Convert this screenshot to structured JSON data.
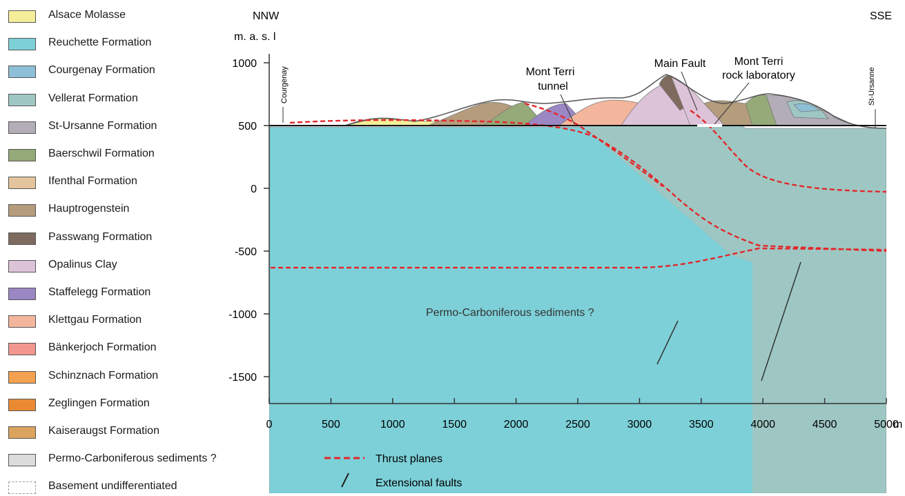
{
  "legend": [
    {
      "label": "Alsace Molasse",
      "color": "#f4ee9a"
    },
    {
      "label": "Reuchette Formation",
      "color": "#7dd0d8"
    },
    {
      "label": "Courgenay Formation",
      "color": "#8dbfd6"
    },
    {
      "label": "Vellerat Formation",
      "color": "#9ec7c3"
    },
    {
      "label": "St-Ursanne Formation",
      "color": "#b2adb6"
    },
    {
      "label": "Baerschwil Formation",
      "color": "#95aa78"
    },
    {
      "label": "Ifenthal Formation",
      "color": "#e3c49c"
    },
    {
      "label": "Hauptrogenstein",
      "color": "#b59c7c"
    },
    {
      "label": "Passwang Formation",
      "color": "#7e6a5e"
    },
    {
      "label": "Opalinus Clay",
      "color": "#dcc3d8"
    },
    {
      "label": "Staffelegg Formation",
      "color": "#9a87c4"
    },
    {
      "label": "Klettgau Formation",
      "color": "#f3b69d"
    },
    {
      "label": "Bänkerjoch Formation",
      "color": "#f2978f"
    },
    {
      "label": "Schinznach Formation",
      "color": "#f4a250"
    },
    {
      "label": "Zeglingen Formation",
      "color": "#e98a32"
    },
    {
      "label": "Kaiseraugst Formation",
      "color": "#dba35e"
    },
    {
      "label": "Permo-Carboniferous sediments ?",
      "color": "#dcdcdc"
    },
    {
      "label": "Basement undifferentiated",
      "color": "#ffffff"
    }
  ],
  "section": {
    "left_label": "NNW",
    "right_label": "SSE",
    "y_unit": "m. a. s. l",
    "x_unit": "m",
    "y_ticks": [
      "1000",
      "500",
      "0",
      "-500",
      "-1000",
      "-1500"
    ],
    "x_ticks": [
      "0",
      "500",
      "1000",
      "1500",
      "2000",
      "2500",
      "3000",
      "3500",
      "4000",
      "4500",
      "5000"
    ],
    "place_courgenay": "Courgenay",
    "place_stursanne": "St-Ursanne",
    "label_tunnel_1": "Mont Terri",
    "label_tunnel_2": "tunnel",
    "label_main_fault": "Main Fault",
    "label_lab_1": "Mont Terri",
    "label_lab_2": "rock laboratory",
    "label_permo": "Permo-Carboniferous sediments ?",
    "thrust_color": "#e3262a"
  },
  "key": {
    "thrust_label": "Thrust planes",
    "fault_label": "Extensional faults"
  }
}
